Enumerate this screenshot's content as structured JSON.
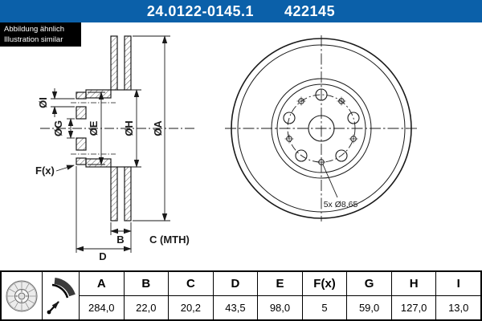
{
  "header": {
    "part_number": "24.0122-0145.1",
    "reference_number": "422145"
  },
  "note": {
    "line1": "Abbildung ähnlich",
    "line2": "Illustration similar"
  },
  "drawing": {
    "labels": {
      "dia_i": "ØI",
      "dia_g": "ØG",
      "dia_e": "ØE",
      "dia_h": "ØH",
      "dia_a": "ØA",
      "f_x": "F(x)",
      "b": "B",
      "c_mth": "C (MTH)",
      "d": "D",
      "holes_note": "5x Ø8,65"
    }
  },
  "table": {
    "headers": [
      "A",
      "B",
      "C",
      "D",
      "E",
      "F(x)",
      "G",
      "H",
      "I"
    ],
    "values": [
      "284,0",
      "22,0",
      "20,2",
      "43,5",
      "98,0",
      "5",
      "59,0",
      "127,0",
      "13,0"
    ]
  },
  "colors": {
    "header_bg": "#0b60a9"
  }
}
